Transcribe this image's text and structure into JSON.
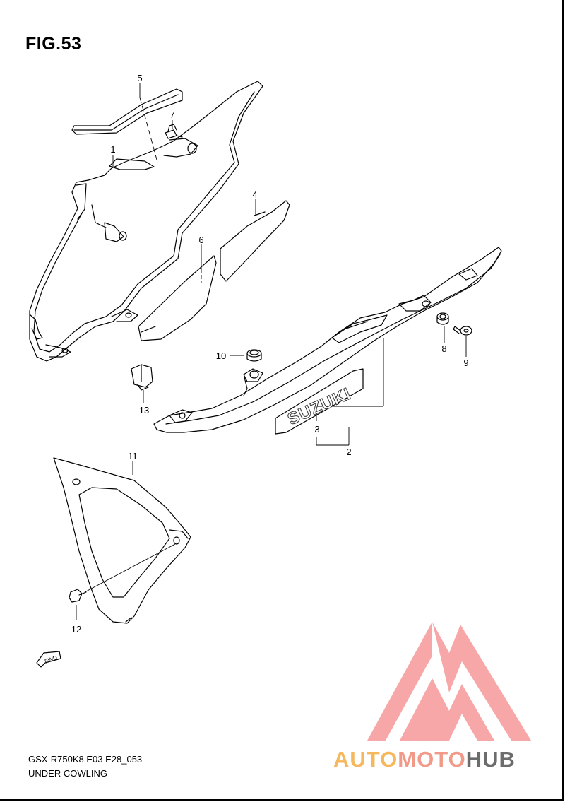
{
  "figure": {
    "title": "FIG.53",
    "model_code": "GSX-R750K8 E03 E28_053",
    "section_name": "UNDER COWLING"
  },
  "callouts": [
    "1",
    "2",
    "3",
    "4",
    "5",
    "6",
    "7",
    "8",
    "9",
    "10",
    "11",
    "12",
    "13"
  ],
  "emblem_text": "SUZUKI",
  "fwd_label": "FWD",
  "watermark": {
    "part1": "AUTO",
    "part2": "MOTO",
    "part3": "HUB",
    "colors": {
      "triangle": "#f7a3a3",
      "part1": "#f6b75d",
      "part2": "#f29a8a",
      "part3": "#6c6c6c"
    }
  }
}
